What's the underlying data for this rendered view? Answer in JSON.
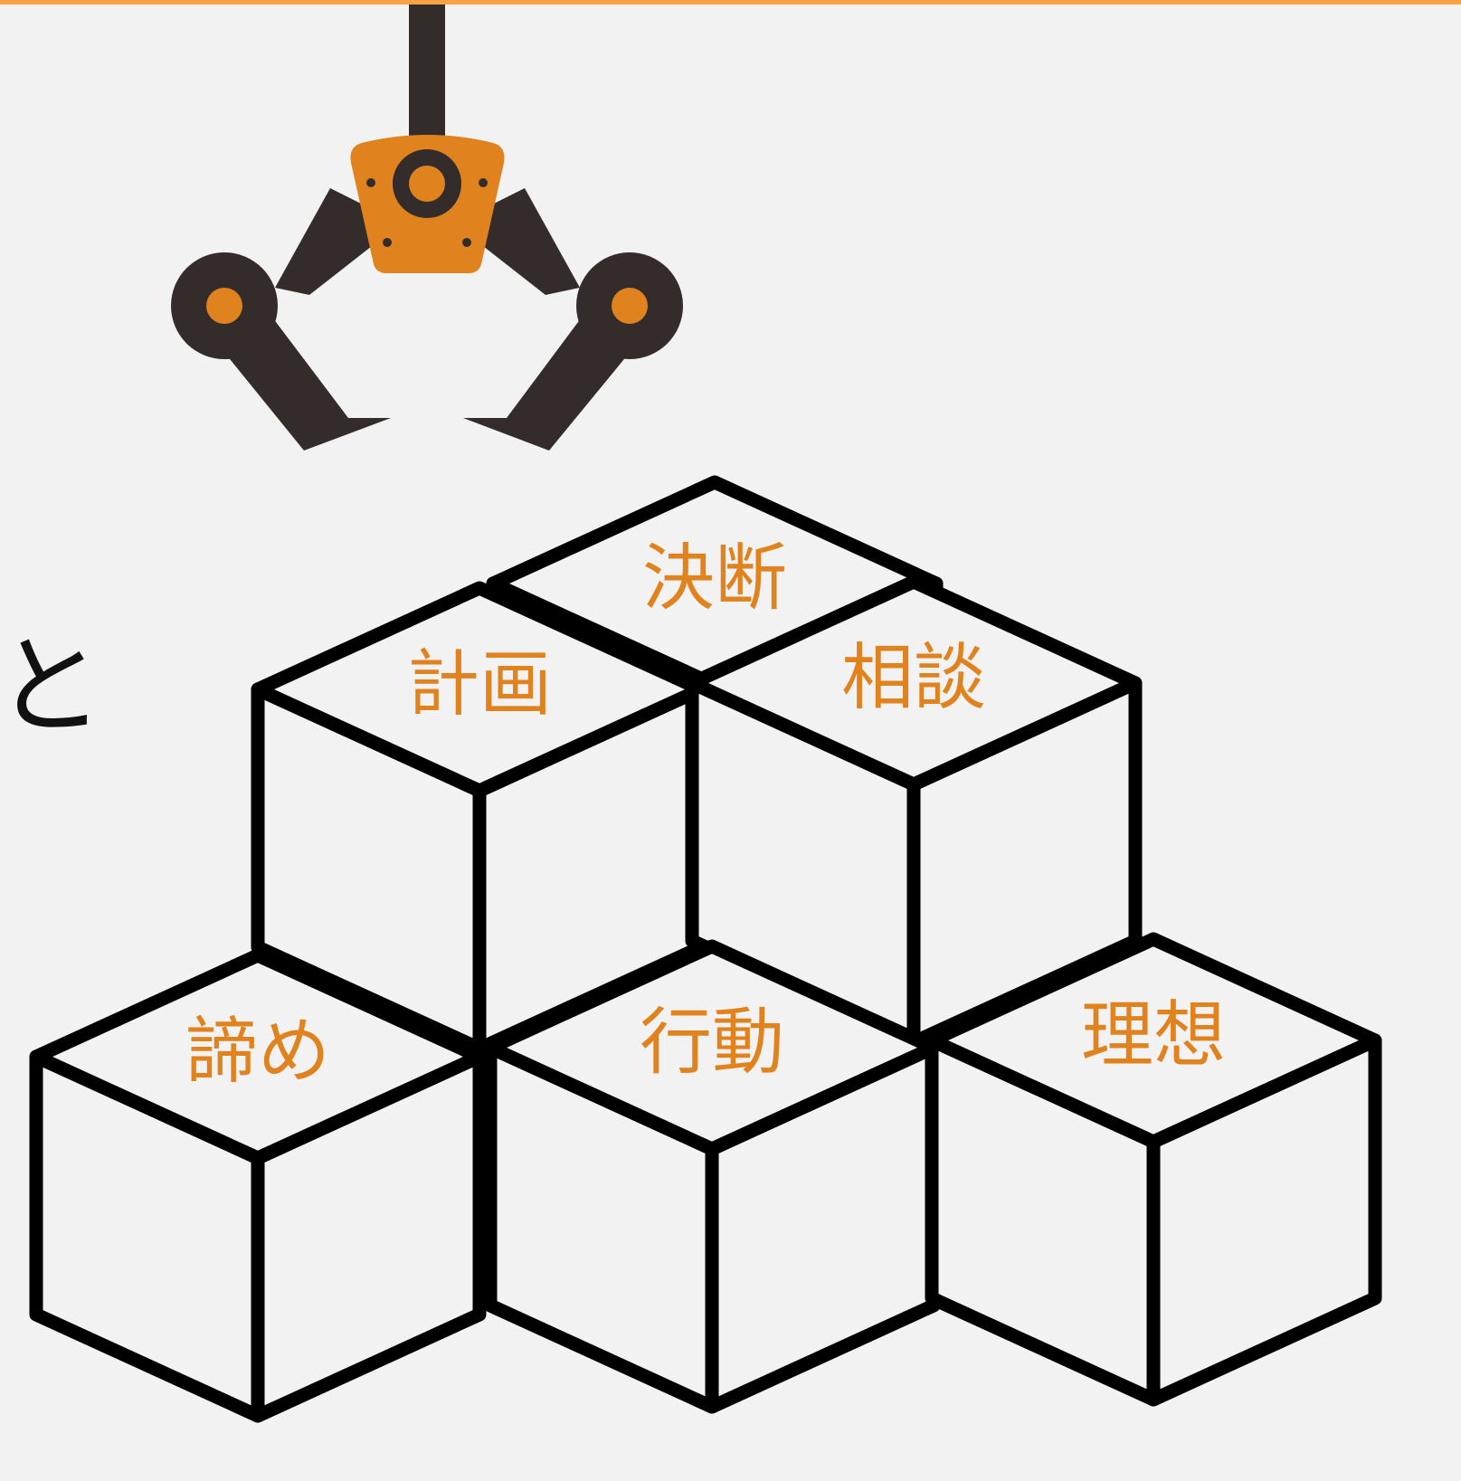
{
  "colors": {
    "accent": "#e0821e",
    "dark": "#332c2b",
    "background": "#f2f2f2",
    "top_bar": "#f7a246",
    "outline": "#000000"
  },
  "side_text": "と",
  "claw": {
    "icon": "robot-claw-icon"
  },
  "cubes": [
    {
      "label": "決断"
    },
    {
      "label": "計画"
    },
    {
      "label": "相談"
    },
    {
      "label": "諦め"
    },
    {
      "label": "行動"
    },
    {
      "label": "理想"
    }
  ]
}
